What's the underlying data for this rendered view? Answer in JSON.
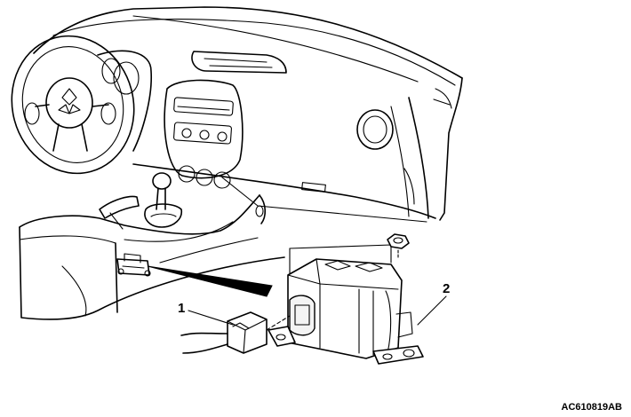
{
  "figure": {
    "callouts": [
      {
        "label": "1"
      },
      {
        "label": "2"
      }
    ],
    "figure_id": "AC610819AB"
  }
}
